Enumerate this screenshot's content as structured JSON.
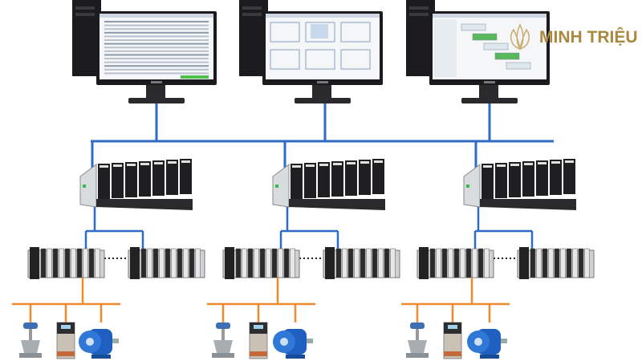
{
  "logo": {
    "text": "MINH TRIỆU"
  },
  "colors": {
    "ethernet": "#2f6bc4",
    "fieldbus": "#f08a2e",
    "logo": "#a9883f"
  },
  "diagram": {
    "levels": [
      "operator-workstations",
      "controllers",
      "io-modules",
      "field-devices"
    ],
    "columns": 3
  }
}
